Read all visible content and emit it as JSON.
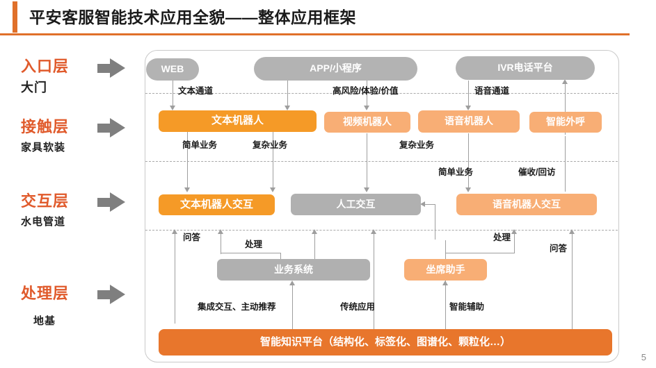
{
  "header": {
    "title": "平安客服智能技术应用全貌——整体应用框架",
    "accent_color": "#E0702A"
  },
  "layers": [
    {
      "name": "入口层",
      "sub": "大门"
    },
    {
      "name": "接触层",
      "sub": "家具软装"
    },
    {
      "name": "交互层",
      "sub": "水电管道"
    },
    {
      "name": "处理层",
      "sub": "地基"
    }
  ],
  "nodes": {
    "entry": [
      {
        "label": "WEB",
        "style": "pill-gray"
      },
      {
        "label": "APP/小程序",
        "style": "pill-gray"
      },
      {
        "label": "IVR电话平台",
        "style": "pill-gray"
      }
    ],
    "contact": [
      {
        "label": "文本机器人",
        "style": "orange-dark"
      },
      {
        "label": "视频机器人",
        "style": "orange-light"
      },
      {
        "label": "语音机器人",
        "style": "orange-light"
      },
      {
        "label": "智能外呼",
        "style": "orange-light"
      }
    ],
    "interaction": [
      {
        "label": "文本机器人交互",
        "style": "orange-dark"
      },
      {
        "label": "人工交互",
        "style": "gray"
      },
      {
        "label": "语音机器人交互",
        "style": "orange-light"
      }
    ],
    "processing": [
      {
        "label": "业务系统",
        "style": "gray"
      },
      {
        "label": "坐席助手",
        "style": "orange-light"
      }
    ],
    "foundation": {
      "label": "智能知识平台（结构化、标签化、图谱化、颗粒化…）",
      "style": "orange-deep"
    }
  },
  "edge_labels": {
    "text_channel": "文本通道",
    "high_risk": "高风险/体验/价值",
    "voice_channel": "语音通道",
    "simple_business_1": "简单业务",
    "complex_business_1": "复杂业务",
    "complex_business_2": "复杂业务",
    "simple_business_2": "简单业务",
    "collection_revisit": "催收/回访",
    "qa_left": "问答",
    "process_left": "处理",
    "process_right": "处理",
    "qa_right": "问答",
    "integration": "集成交互、主动推荐",
    "traditional": "传统应用",
    "intelligent_assist": "智能辅助"
  },
  "colors": {
    "accent": "#E0702A",
    "layer_label": "#E05A2B",
    "gray_node": "#B0B0B0",
    "orange_dark": "#F59A27",
    "orange_light": "#F8AE75",
    "orange_deep": "#E8762C",
    "connector": "#9E9E9E"
  },
  "page_number": "5"
}
